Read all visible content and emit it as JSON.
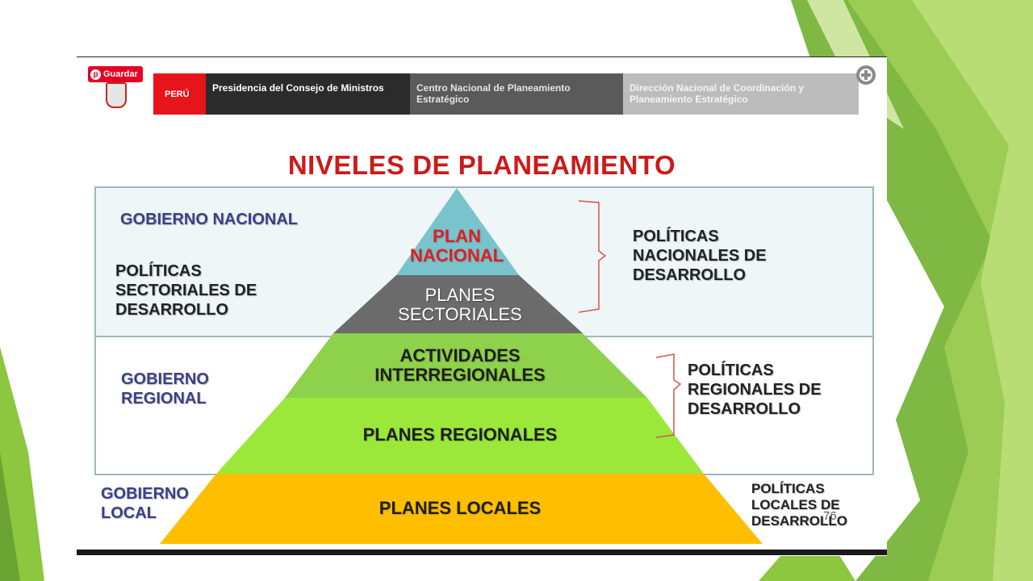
{
  "header": {
    "pin_label": "Guardar",
    "peru_label": "PERÚ",
    "pcm_label": "Presidencia del Consejo de Ministros",
    "ceplan_label": "Centro Nacional de Planeamiento Estratégico",
    "direccion_label": "Dirección Nacional de Coordinación y Planeamiento Estratégico"
  },
  "title": "NIVELES DE PLANEAMIENTO",
  "left_labels": {
    "gobierno_nacional": "GOBIERNO NACIONAL",
    "politicas_sectoriales": "POLÍTICAS SECTORIALES DE DESARROLLO",
    "gobierno_regional": "GOBIERNO REGIONAL",
    "gobierno_local": "GOBIERNO LOCAL"
  },
  "pyramid": {
    "plan_nacional": "PLAN NACIONAL",
    "planes_sectoriales": "PLANES SECTORIALES",
    "actividades_interregionales": "ACTIVIDADES INTERREGIONALES",
    "planes_regionales": "PLANES REGIONALES",
    "planes_locales": "PLANES LOCALES"
  },
  "right_labels": {
    "politicas_nacionales": "POLÍTICAS NACIONALES DE DESARROLLO",
    "politicas_regionales": "POLÍTICAS REGIONALES DE DESARROLLO",
    "politicas_locales": "POLÍTICAS LOCALES DE DESARROLLO"
  },
  "page_number": "76",
  "colors": {
    "apex": "#79c3cd",
    "sectoriales": "#6b6b6b",
    "interregionales": "#8ed14a",
    "regionales": "#9be83a",
    "locales": "#ffbf00",
    "title": "#cc1a1a",
    "label_blue": "#3b3f86",
    "accent_green": "#8dc63f"
  }
}
